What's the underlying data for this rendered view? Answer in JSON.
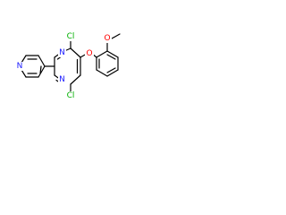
{
  "molecule": {
    "atoms": {
      "cl_top": "Cl",
      "cl_bottom": "Cl",
      "n_pyrimidine_1": "N",
      "n_pyrimidine_3": "N",
      "n_pyridine": "N",
      "o_ether": "O",
      "o_methoxy": "O"
    },
    "colors": {
      "bond": "#000000",
      "chlorine": "#00b000",
      "nitrogen": "#2020ff",
      "oxygen": "#ff0000"
    }
  }
}
